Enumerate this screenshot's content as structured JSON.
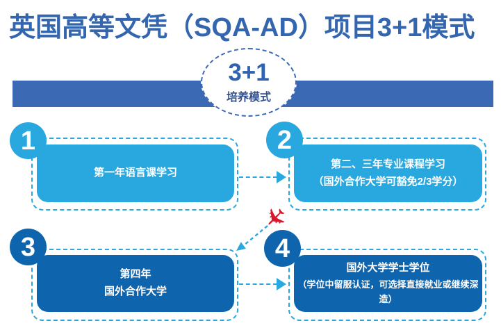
{
  "title": "英国高等文凭（SQA-AD）项目3+1模式",
  "mode_badge": {
    "headline": "3+1",
    "subline": "培养模式"
  },
  "steps": [
    {
      "number": "1",
      "lines": [
        "第一年语言课学习"
      ]
    },
    {
      "number": "2",
      "lines": [
        "第二、三年专业课程学习",
        "（国外合作大学可豁免2/3学分）"
      ]
    },
    {
      "number": "3",
      "lines": [
        "第四年",
        "国外合作大学"
      ]
    },
    {
      "number": "4",
      "lines": [
        "国外大学学士学位",
        "（学位中留服认证，可选择直接就业或继续深造）"
      ]
    }
  ],
  "icons": {
    "airplane": "✈"
  },
  "colors": {
    "title_blue": "#3465AF",
    "header_bar_blue": "#3B69B3",
    "light_blue": "#29A8E0",
    "dark_blue": "#0F65AD",
    "plane_red": "#D7182A"
  }
}
